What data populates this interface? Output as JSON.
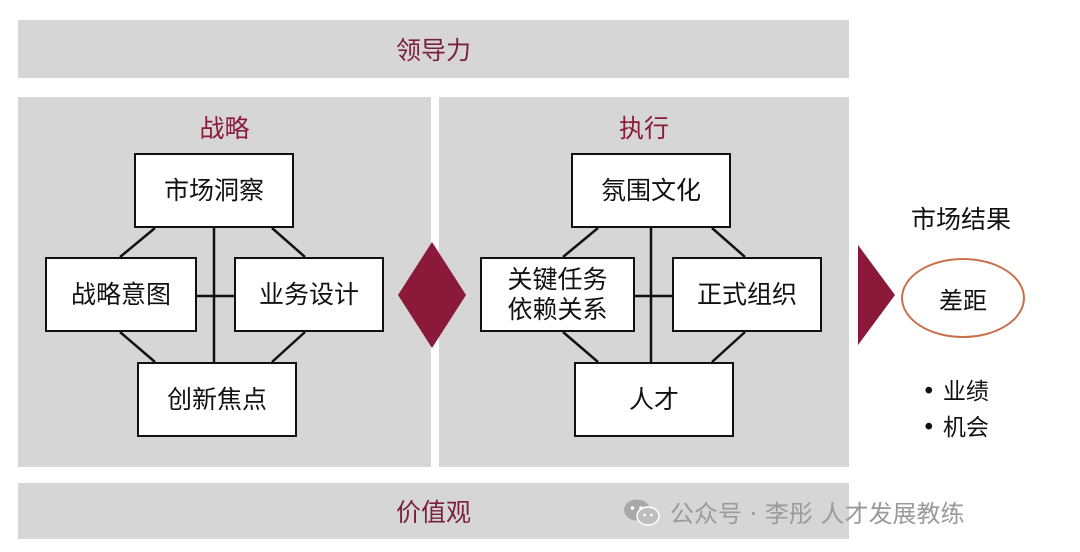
{
  "top_band": {
    "label": "领导力"
  },
  "bottom_band": {
    "label": "价值观"
  },
  "strategy": {
    "title": "战略",
    "boxes": {
      "top": "市场洞察",
      "left": "战略意图",
      "right": "业务设计",
      "bottom": "创新焦点"
    }
  },
  "execution": {
    "title": "执行",
    "boxes": {
      "top": "氛围文化",
      "left_line1": "关键任务",
      "left_line2": "依赖关系",
      "right": "正式组织",
      "bottom": "人才"
    }
  },
  "result": {
    "title": "市场结果",
    "gap": "差距",
    "bullets": [
      "• 业绩",
      "• 机会"
    ]
  },
  "watermark": {
    "text": "公众号 · 李彤 人才发展教练"
  },
  "colors": {
    "panel_gray": "#d6d6d6",
    "accent_maroon": "#8b1a3a",
    "oval_orange": "#c8704a"
  }
}
